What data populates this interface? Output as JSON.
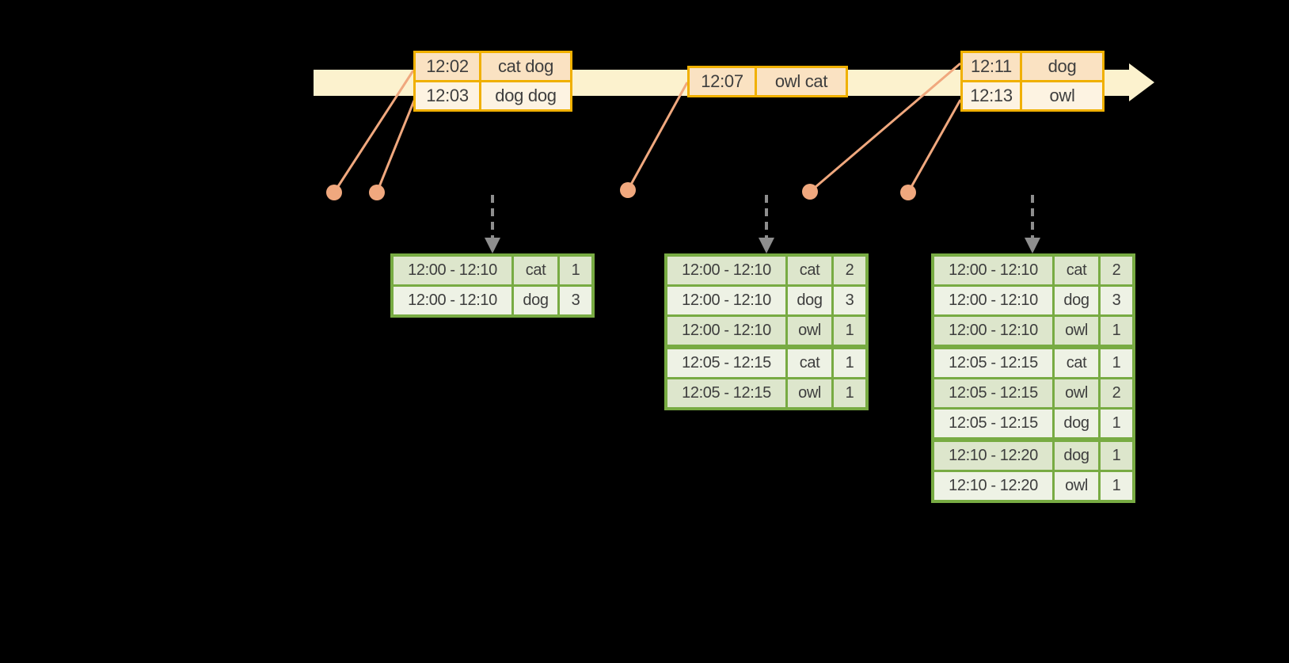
{
  "colors": {
    "background": "#000000",
    "timeline_fill": "#FCF2CE",
    "event_table_border": "#F0B000",
    "event_row_fill_dark": "#FAE2C2",
    "event_row_fill_light": "#FDF3E2",
    "connector_and_dot": "#F0A87E",
    "result_table_border": "#78AB43",
    "result_row_fill_dark": "#DDE6CC",
    "result_row_fill_light": "#EEF2E5",
    "trigger_arrow": "#8E8E8E",
    "text": "#3E3E3E"
  },
  "event_tables": [
    {
      "rows": [
        {
          "time": "12:02",
          "words": "cat dog"
        },
        {
          "time": "12:03",
          "words": "dog dog"
        }
      ]
    },
    {
      "rows": [
        {
          "time": "12:07",
          "words": "owl cat"
        }
      ]
    },
    {
      "rows": [
        {
          "time": "12:11",
          "words": "dog"
        },
        {
          "time": "12:13",
          "words": "owl"
        }
      ]
    }
  ],
  "result_tables": [
    {
      "rows": [
        [
          "12:00 - 12:10",
          "cat",
          "1"
        ],
        [
          "12:00 - 12:10",
          "dog",
          "3"
        ]
      ]
    },
    {
      "rows": [
        [
          "12:00 - 12:10",
          "cat",
          "2"
        ],
        [
          "12:00 - 12:10",
          "dog",
          "3"
        ],
        [
          "12:00 - 12:10",
          "owl",
          "1"
        ],
        [
          "12:05 - 12:15",
          "cat",
          "1"
        ],
        [
          "12:05 - 12:15",
          "owl",
          "1"
        ]
      ]
    },
    {
      "rows": [
        [
          "12:00 - 12:10",
          "cat",
          "2"
        ],
        [
          "12:00 - 12:10",
          "dog",
          "3"
        ],
        [
          "12:00 - 12:10",
          "owl",
          "1"
        ],
        [
          "12:05 - 12:15",
          "cat",
          "1"
        ],
        [
          "12:05 - 12:15",
          "owl",
          "2"
        ],
        [
          "12:05 - 12:15",
          "dog",
          "1"
        ],
        [
          "12:10 - 12:20",
          "dog",
          "1"
        ],
        [
          "12:10 - 12:20",
          "owl",
          "1"
        ]
      ]
    }
  ]
}
